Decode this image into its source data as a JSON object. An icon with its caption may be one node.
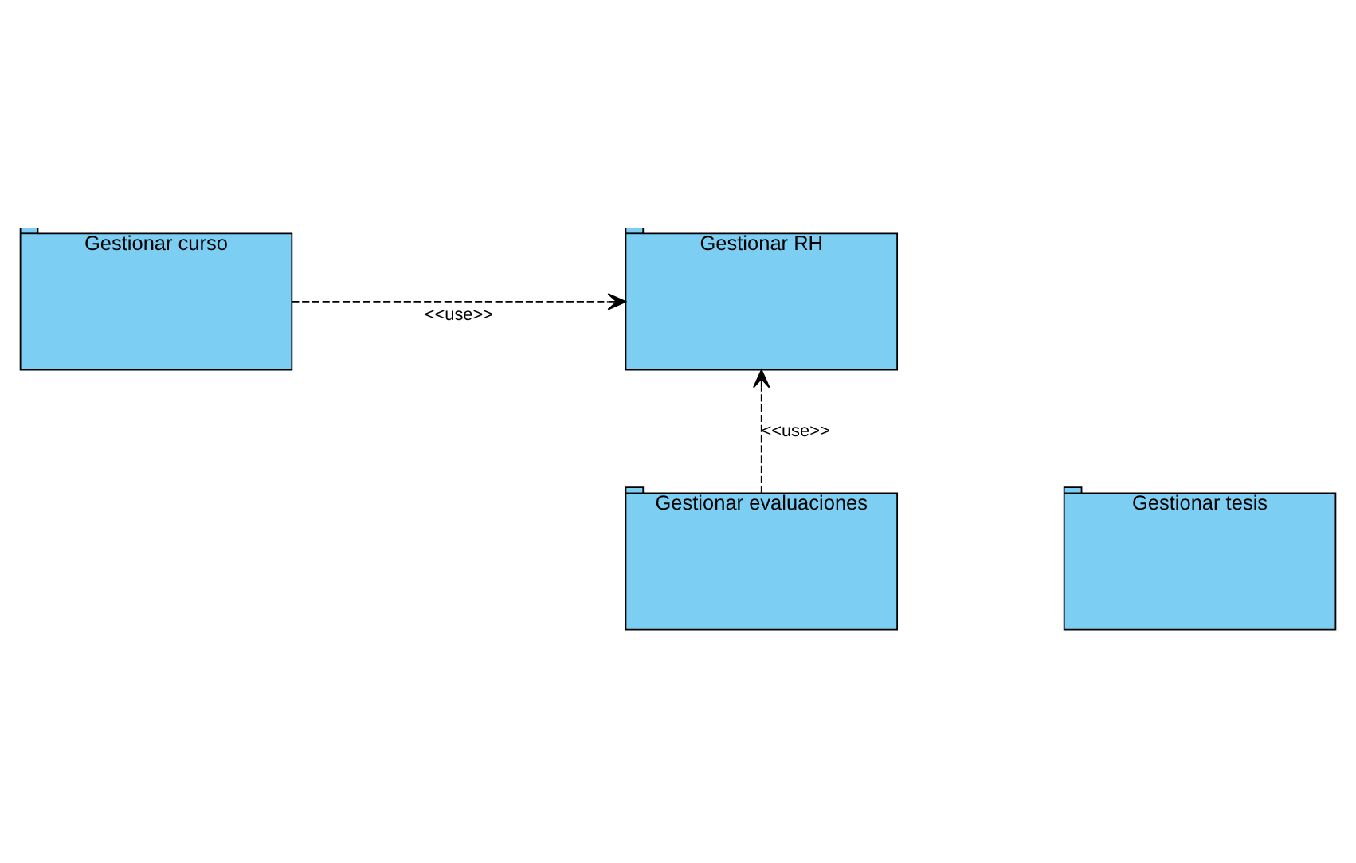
{
  "diagram": {
    "nodes": [
      {
        "text": [
          "Gestionar RH"
        ]
      },
      {
        "text": [
          "Gestionar curso"
        ]
      },
      {
        "text": [
          "Gestionar evaluaciones"
        ]
      },
      {
        "text": [
          "Gestionar tesis"
        ]
      }
    ],
    "edges": [
      {
        "from": 1,
        "to": 0,
        "arrow": "to",
        "style": "dashed",
        "label": "<<use>>"
      },
      {
        "from": 2,
        "to": 0,
        "arrow": "to",
        "style": "dashed",
        "label": "<<use>>"
      }
    ]
  }
}
